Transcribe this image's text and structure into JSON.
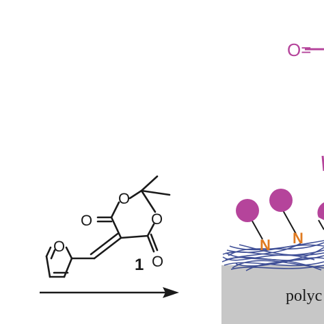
{
  "molecule": {
    "oxygen_label": "O",
    "compound_number": "1"
  },
  "top_fragment": {
    "text": "O="
  },
  "surface": {
    "nitrogen_label": "N",
    "substrate_text": "polyc"
  },
  "colors": {
    "bond": "#1a1a1a",
    "magenta": "#b5449b",
    "nitrogen": "#e07a20",
    "fiber": "#2c3e8c",
    "substrate": "#c7c7c7"
  }
}
